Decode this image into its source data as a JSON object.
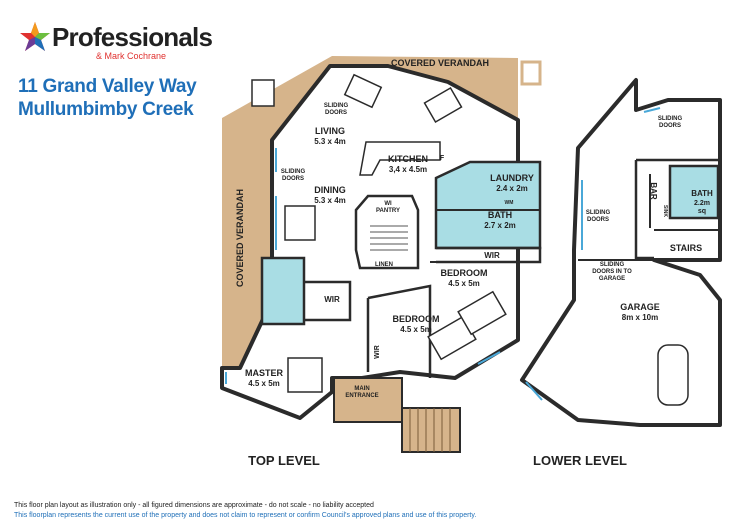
{
  "brand": {
    "name": "Professionals",
    "agent": "& Mark Cochrane",
    "colors": {
      "red": "#e0312f",
      "blue": "#1f6fb8",
      "green": "#6cbf3f",
      "purple": "#6b3c97",
      "orange": "#f39a1d"
    }
  },
  "address": {
    "line1": "11 Grand Valley Way",
    "line2": "Mullumbimby Creek"
  },
  "rooms": {
    "covered_verandah_top": "COVERED VERANDAH",
    "covered_verandah_side": "COVERED VERANDAH",
    "sliding_doors_living": "SLIDING\nDOORS",
    "living": {
      "name": "LIVING",
      "size": "5.3 x 4m"
    },
    "kitchen": {
      "name": "KITCHEN",
      "size": "3,4 x 4.5m"
    },
    "fridge": "F",
    "sliding_doors_dining": "SLIDING\nDOORS",
    "dining": {
      "name": "DINING",
      "size": "5.3 x 4m"
    },
    "wi_pantry": "WI\nPANTRY",
    "linen": "LINEN",
    "laundry": {
      "name": "LAUNDRY",
      "size": "2.4 x 2m"
    },
    "wm": "WM",
    "bath_top": {
      "name": "BATH",
      "size": "2.7 x 2m"
    },
    "wir_laundry": "WIR",
    "bedroom_a": {
      "name": "BEDROOM",
      "size": "4.5 x 5m"
    },
    "bedroom_b": {
      "name": "BEDROOM",
      "size": "4.5 x 5m"
    },
    "wir_master": "WIR",
    "wir_hall": "WIR",
    "master": {
      "name": "MASTER",
      "size": "4.5 x 5m"
    },
    "main_entrance": "MAIN\nENTRANCE",
    "lower_sliding_doors_top": "SLIDING\nDOORS",
    "bar": "BAR",
    "sink": "SINK",
    "bath_lower": {
      "name": "BATH",
      "size": "2.2m\nsq"
    },
    "lower_sliding_doors_mid": "SLIDING\nDOORS",
    "stairs": "STAIRS",
    "sliding_doors_garage": "SLIDING\nDOORS IN TO\nGARAGE",
    "garage": {
      "name": "GARAGE",
      "size": "8m x 10m"
    }
  },
  "levels": {
    "top": "TOP LEVEL",
    "lower": "LOWER LEVEL"
  },
  "disclaimer": {
    "line1": "This floor plan layout as illustration only - all figured dimensions are approximate - do not scale - no liability accepted",
    "line2": "This floorplan represents the current use of the property and does not claim to represent or confirm Council's approved plans and use of this property."
  }
}
